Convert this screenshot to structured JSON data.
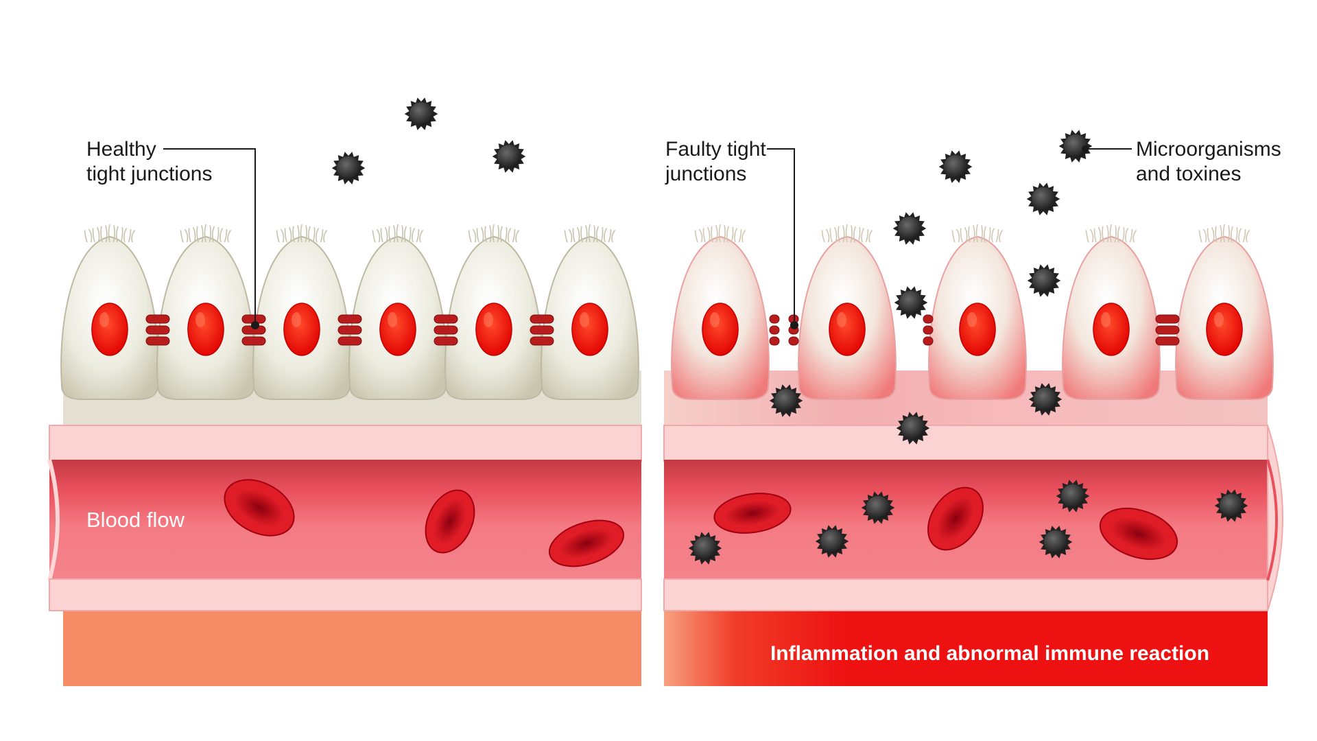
{
  "labels": {
    "healthy_line1": "Healthy",
    "healthy_line2": "tight junctions",
    "faulty_line1": "Faulty tight",
    "faulty_line2": "junctions",
    "micro_line1": "Microorganisms",
    "micro_line2": "and toxines",
    "blood_flow": "Blood flow",
    "inflammation": "Inflammation and abnormal immune reaction"
  },
  "panels": {
    "healthy": {
      "cells": 6,
      "junctions": 5,
      "red_blood_cells": 3,
      "state": "intact"
    },
    "leaky": {
      "cells": 5,
      "junctions": 4,
      "red_blood_cells": 3,
      "state": "damaged"
    }
  },
  "colors": {
    "cell_healthy": "#e3e0d1",
    "cell_inflamed": "#f2a7a7",
    "nucleus": "#ff1a0a",
    "junction": "#b81c1c",
    "microbe": "#2b2b2b",
    "vessel_inner": "#e8505a",
    "vessel_wall": "#fbd3d3",
    "tissue_healthy": "#f58c66",
    "tissue_inflamed": "#ee1111"
  }
}
